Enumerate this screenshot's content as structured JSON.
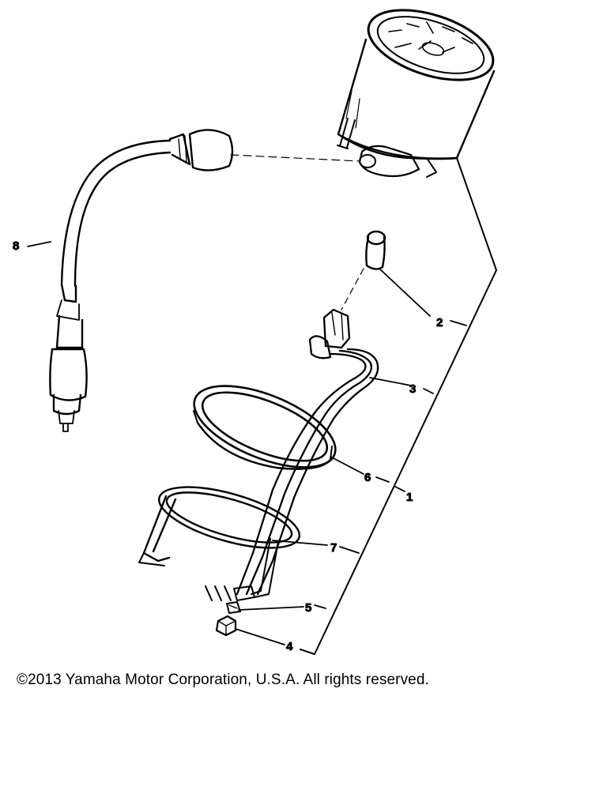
{
  "callouts": {
    "c1": "1",
    "c2": "2",
    "c3": "3",
    "c4": "4",
    "c5": "5",
    "c6": "6",
    "c7": "7",
    "c8": "8"
  },
  "copyright": "©2013 Yamaha Motor Corporation, U.S.A. All rights reserved."
}
